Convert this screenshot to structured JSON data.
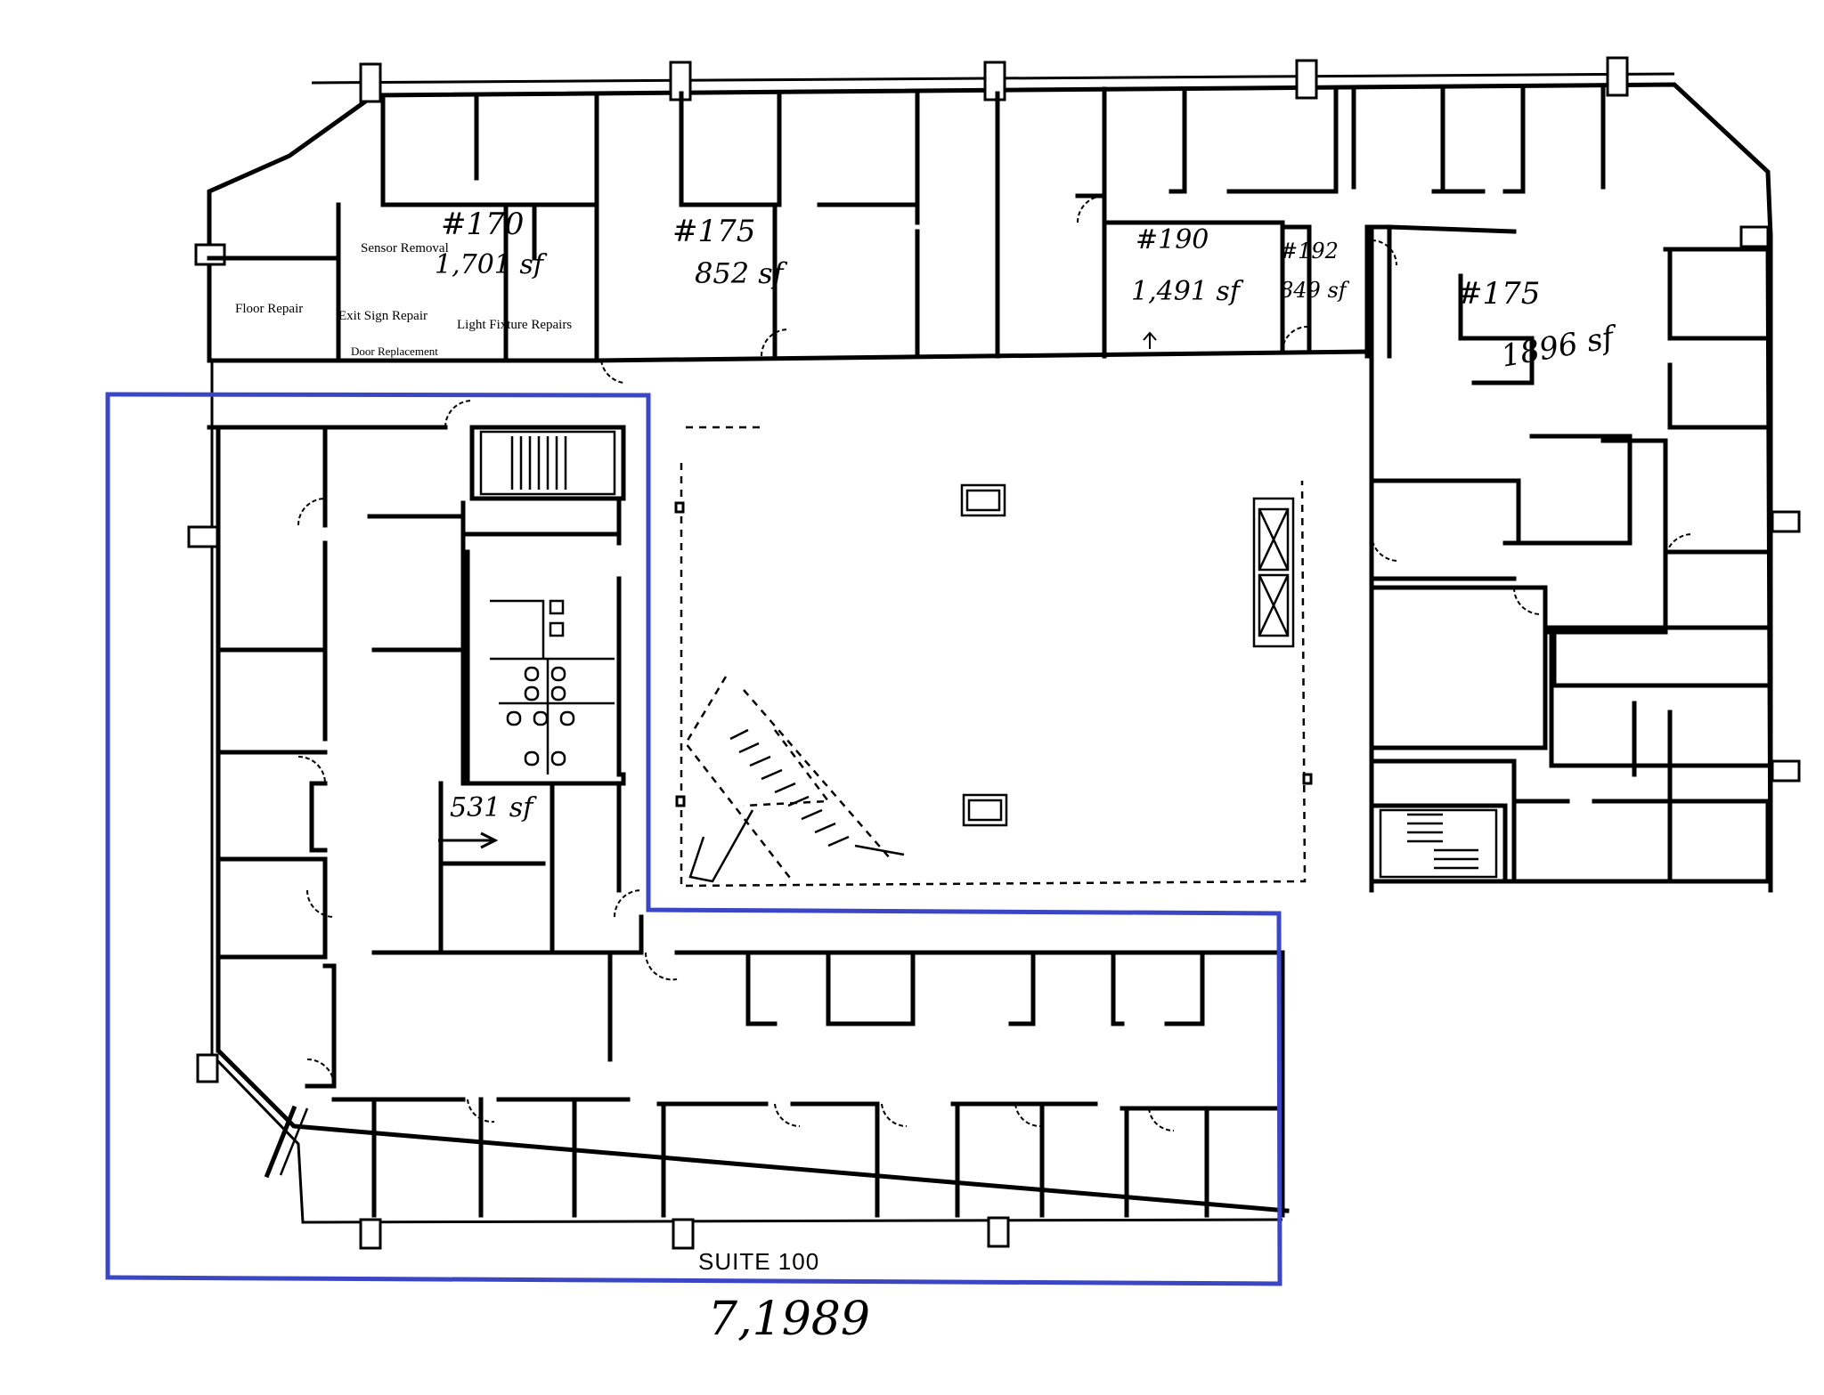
{
  "plan": {
    "type": "office floor plan",
    "highlight_color": "#3a46c4",
    "line_color": "#000000"
  },
  "suites": [
    {
      "id": "suite100",
      "name": "SUITE 100",
      "area_note": "7,1989",
      "highlighted": true
    },
    {
      "id": "s170",
      "number": "#170",
      "area_note": "1,701 sf"
    },
    {
      "id": "s175a",
      "number": "#175",
      "area_note": "852 sf"
    },
    {
      "id": "s190",
      "number": "#190",
      "area_note": "1,491 sf"
    },
    {
      "id": "s192",
      "number": "#192",
      "area_note": "849 sf"
    },
    {
      "id": "s175b",
      "number": "#175",
      "area_note": "1896 sf"
    },
    {
      "id": "s531",
      "area_note": "531 sf"
    }
  ],
  "repair_notes": {
    "sensor": "Sensor Removal",
    "floor": "Floor Repair",
    "exit_sign": "Exit Sign Repair",
    "light": "Light Fixture Repairs",
    "door": "Door Replacement"
  }
}
